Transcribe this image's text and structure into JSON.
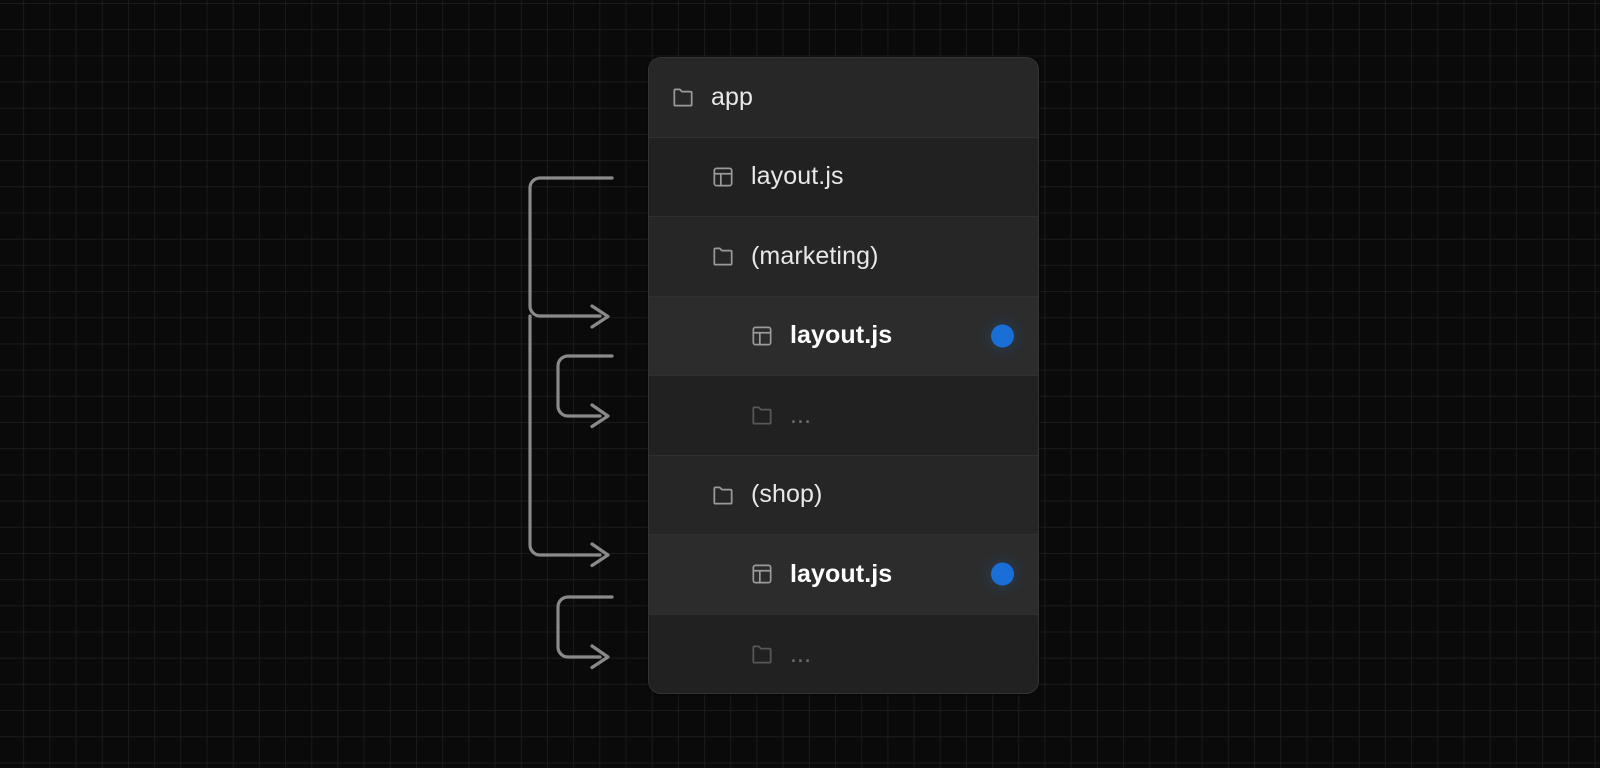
{
  "theme": {
    "background": "#0a0a0a",
    "grid_line": "#1b1b1b",
    "card_background": "#242424",
    "card_border": "#343434",
    "row_divider": "#303030",
    "text_primary": "#e8e8e8",
    "text_active": "#ffffff",
    "text_dim": "#6e6e6e",
    "icon": "#9a9a9a",
    "accent_dot": "#1a6ed8",
    "connector_stroke": "#8a8a8a"
  },
  "tree": {
    "rows": [
      {
        "label": "app",
        "icon": "folder-icon",
        "indent": 0,
        "state": "normal",
        "dot": false
      },
      {
        "label": "layout.js",
        "icon": "layout-icon",
        "indent": 1,
        "state": "normal",
        "dot": false
      },
      {
        "label": "(marketing)",
        "icon": "folder-icon",
        "indent": 1,
        "state": "normal",
        "dot": false
      },
      {
        "label": "layout.js",
        "icon": "layout-icon",
        "indent": 2,
        "state": "active",
        "dot": true
      },
      {
        "label": "...",
        "icon": "folder-icon",
        "indent": 2,
        "state": "dim",
        "dot": false
      },
      {
        "label": "(shop)",
        "icon": "folder-icon",
        "indent": 1,
        "state": "normal",
        "dot": false
      },
      {
        "label": "layout.js",
        "icon": "layout-icon",
        "indent": 2,
        "state": "active",
        "dot": true
      },
      {
        "label": "...",
        "icon": "folder-icon",
        "indent": 2,
        "state": "dim",
        "dot": false
      }
    ]
  },
  "connectors": {
    "description": "bracket arrows pointing from the left into the nested layout.js and folder rows",
    "arrows": [
      {
        "name": "arrow-to-marketing-layout",
        "target_row": 3
      },
      {
        "name": "arrow-to-marketing-folder",
        "target_row": 4
      },
      {
        "name": "arrow-to-shop-layout",
        "target_row": 6
      },
      {
        "name": "arrow-to-shop-folder",
        "target_row": 7
      }
    ]
  }
}
